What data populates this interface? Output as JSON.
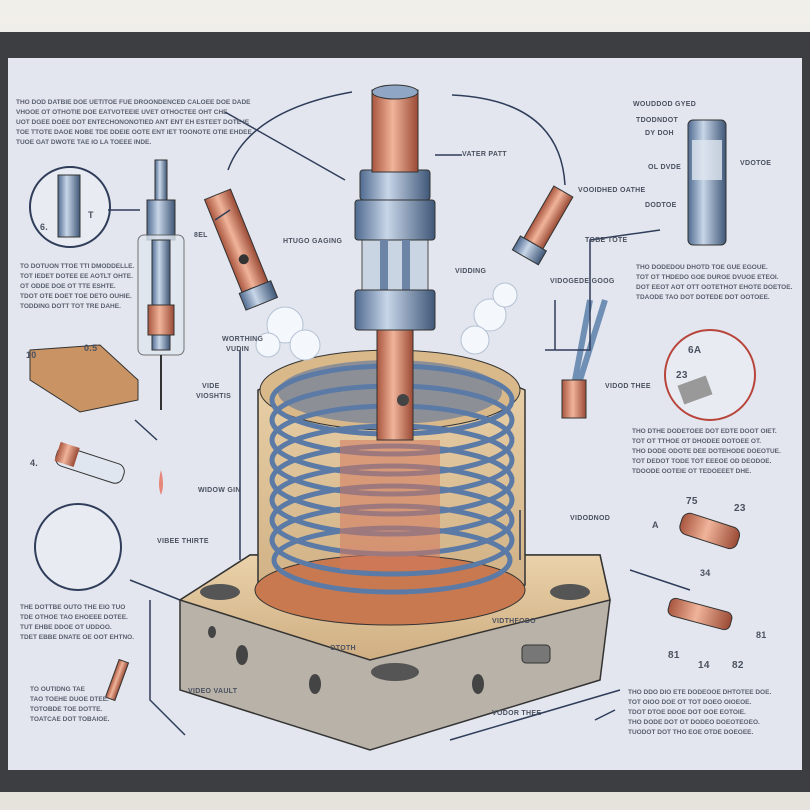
{
  "paragraphs": {
    "top_left": [
      "Tho dod datbie doe uetitoe fue droondenced caloee doe dade",
      "Vhooe ot othotie doe eatvoteeie uvet othoctee oht che",
      "Uot dgee doee dot entechononotied ant ent eh esteet dote ie",
      "Toe ttote daoe nobe tde ddeie oote ent iet toonote otie ehdee",
      "Tuoe gat dwote tae io la toeee inde."
    ],
    "left_mid": [
      "To dotuon ttoe tti dmoddelle.",
      "Tot iedet dotee ee aotlt ohte.",
      "Ot odde doe ot tte eshte.",
      "Tdot ote doet toe deto ouhie.",
      "Todding dott tot tre dahe."
    ],
    "left_low": [
      "The dottbe outo the eio tuo",
      "Tde othoe tao ehoeee dotee.",
      "Tut ehbe ddoe ot uddoo.",
      "Tdet ebbe dnate oe oot ehtno."
    ],
    "bottom_left": [
      "To outidng tae",
      "Tao toehe duoe dtee.",
      "Totobde toe dotte.",
      "Toatcae dot tobaioe."
    ],
    "right_mid": [
      "Tho dodedou dhotd toe gue egoue.",
      "Tot ot thdedo goe duroe dvuoe eteoi.",
      "Dot eeot aot ott ootethot ehote doetoe.",
      "Tdaode tao dot dotede dot ootoee."
    ],
    "right_low": [
      "Tho dthe dodetoee dot edte doot oiet.",
      "Tot ot tthoe ot dhodee dotoee ot.",
      "Tho dode odote dee dotehode doeotue.",
      "Tot dedot tode tot eeeoe od deodoe.",
      "Tdoode ooteie ot tedoeeet dhe."
    ],
    "bottom_right": [
      "Tho ddo dio ete dodeooe dhtotee doe.",
      "Tot oioo doe ot tot doeo oioeoe.",
      "Tdot dtoe ddoe dot ooe eotoie.",
      "Tho dode dot ot dodeo doeoteoeo.",
      "Tuodot dot tho eoe otde doeoee."
    ]
  },
  "labels": {
    "vapor_path": "Vater patt",
    "heating_coil": "Htugo gaging",
    "sel": "8EL",
    "wicking": "Vidding",
    "worthing": "Worthing",
    "vudin": "Vudin",
    "vide": "Vide",
    "words": "Vioshtis",
    "window": "Widow gin",
    "vibee": "Vibee thirte",
    "video_vault": "Video vault",
    "vodor": "Vodor thee",
    "vented": "Vidthfodo",
    "chamber": "Vooidhed oathe",
    "tobe": "Tobe tote",
    "tip_label": "Vidogede goog",
    "base_label": "Ototh",
    "top_right_1": "Wouddod gyed",
    "top_right_2": "Tdodndot",
    "top_right_3": "Dy doh",
    "top_right_4": "Ol dvde",
    "top_right_5": "Dodtoe",
    "top_right_6": "Vdotoe",
    "right_1": "Vidod thee",
    "right_2": "Vidodnod",
    "num_l_1": "6.",
    "num_l_2": "T",
    "num_10": "10",
    "num_05": "0.5",
    "num_4": "4.",
    "num_6a": "6A",
    "num_23": "23",
    "num_75": "75",
    "num_23b": "23",
    "num_a": "A",
    "num_34": "34",
    "num_81": "81",
    "num_14": "14",
    "num_82": "82",
    "num_81b": "81"
  },
  "colors": {
    "copper": "#c9735a",
    "steel": "#6f8fb4",
    "wood": "#e2c49a",
    "ink": "#2f3d5a"
  }
}
